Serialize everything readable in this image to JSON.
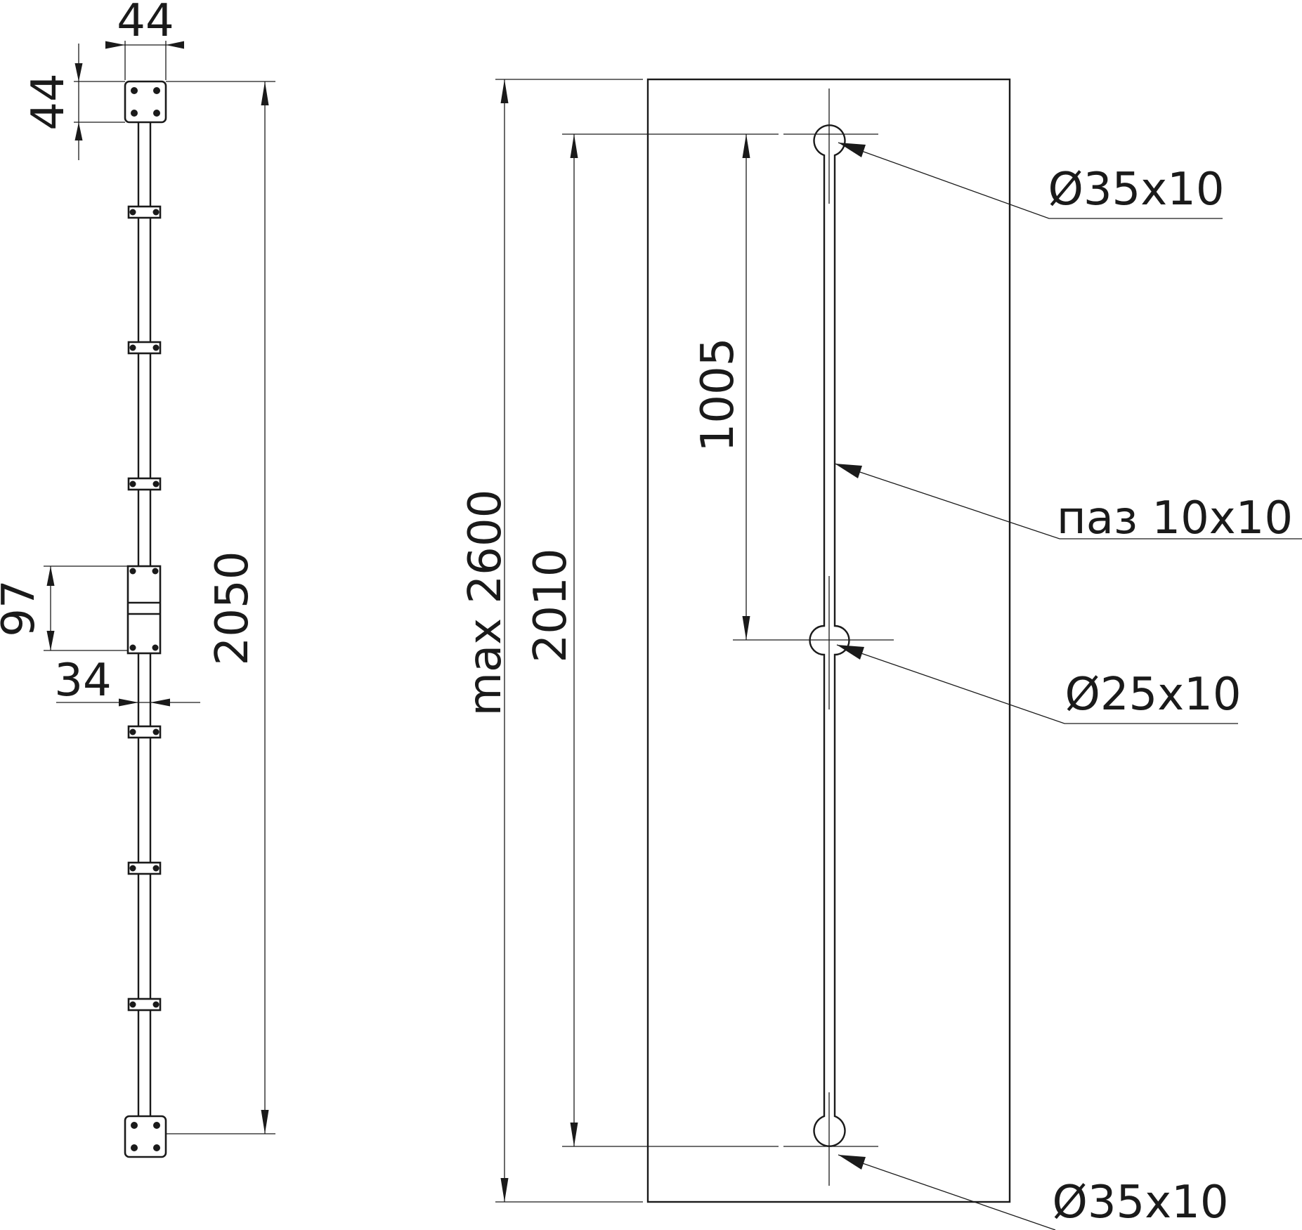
{
  "colors": {
    "line": "#1a1a1a",
    "background": "#ffffff"
  },
  "left_view": {
    "plate_width": "44",
    "plate_height": "44",
    "total_length": "2050",
    "clamp_length": "97",
    "rod_width": "34"
  },
  "right_view": {
    "max_length": "max 2600",
    "hole_spacing": "2010",
    "half_spacing": "1005",
    "top_hole": "Ø35x10",
    "groove": "паз 10x10",
    "middle_hole": "Ø25x10",
    "bottom_hole": "Ø35x10"
  }
}
